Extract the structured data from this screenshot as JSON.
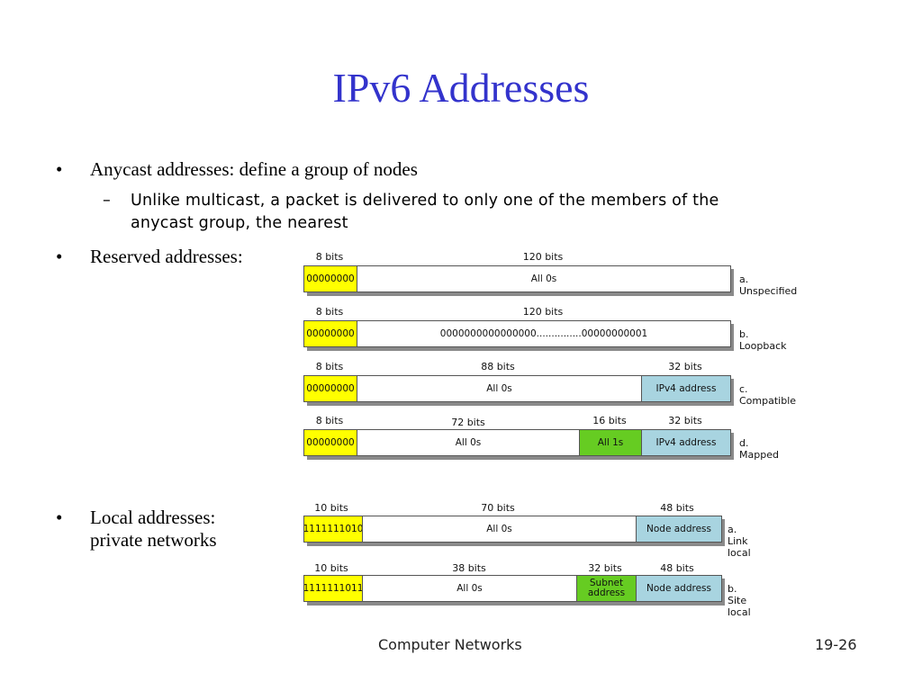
{
  "slide": {
    "title": "IPv6 Addresses",
    "bullets": [
      {
        "text": "Anycast addresses: define a group of nodes"
      },
      {
        "text": "Reserved addresses:"
      },
      {
        "text_line1": "Local addresses:",
        "text_line2": "private networks"
      }
    ],
    "sub_bullet": {
      "dash": "–",
      "line1": "Unlike multicast, a packet is delivered to only one of the members of the",
      "line2": "anycast group, the nearest"
    },
    "bullet_symbol": "•",
    "footer_left": "Computer Networks",
    "footer_right": "19-26"
  },
  "reserved": [
    {
      "name": "a. Unspecified",
      "bits": [
        "8 bits",
        "120 bits"
      ],
      "segments": [
        {
          "text": "00000000",
          "color": "yellow"
        },
        {
          "text": "All 0s",
          "color": "white"
        }
      ]
    },
    {
      "name": "b. Loopback",
      "bits": [
        "8 bits",
        "120 bits"
      ],
      "segments": [
        {
          "text": "00000000",
          "color": "yellow"
        },
        {
          "text": "0000000000000000...............00000000001",
          "color": "white"
        }
      ]
    },
    {
      "name": "c. Compatible",
      "bits": [
        "8 bits",
        "88 bits",
        "32 bits"
      ],
      "segments": [
        {
          "text": "00000000",
          "color": "yellow"
        },
        {
          "text": "All 0s",
          "color": "white"
        },
        {
          "text": "IPv4 address",
          "color": "blue"
        }
      ]
    },
    {
      "name": "d. Mapped",
      "bits": [
        "8 bits",
        "72 bits",
        "16 bits",
        "32 bits"
      ],
      "segments": [
        {
          "text": "00000000",
          "color": "yellow"
        },
        {
          "text": "All 0s",
          "color": "white"
        },
        {
          "text": "All 1s",
          "color": "green"
        },
        {
          "text": "IPv4 address",
          "color": "blue"
        }
      ]
    }
  ],
  "local": [
    {
      "name": "a. Link local",
      "bits": [
        "10 bits",
        "70 bits",
        "48 bits"
      ],
      "segments": [
        {
          "text": "1111111010",
          "color": "yellow"
        },
        {
          "text": "All 0s",
          "color": "white"
        },
        {
          "text": "Node address",
          "color": "blue"
        }
      ]
    },
    {
      "name": "b. Site local",
      "bits": [
        "10 bits",
        "38 bits",
        "32 bits",
        "48 bits"
      ],
      "segments": [
        {
          "text": "1111111011",
          "color": "yellow"
        },
        {
          "text": "All 0s",
          "color": "white"
        },
        {
          "text": "Subnet address",
          "color": "green"
        },
        {
          "text": "Node address",
          "color": "blue"
        }
      ]
    }
  ],
  "colors": {
    "title": "#3333cc",
    "yellow": "#ffff00",
    "green": "#66cc22",
    "blue": "#a8d4e0"
  }
}
